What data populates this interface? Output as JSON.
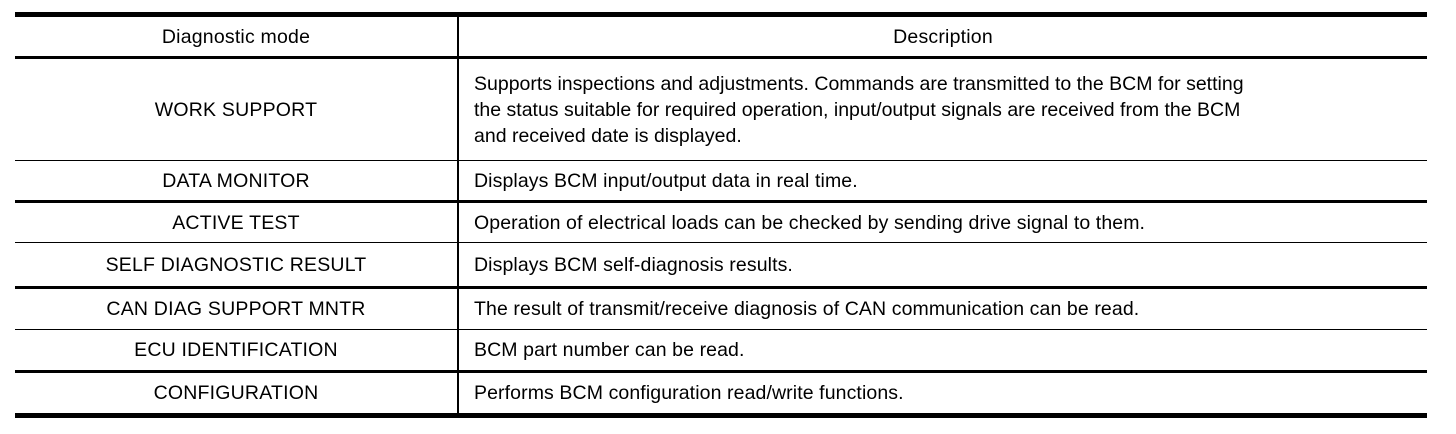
{
  "table": {
    "name": "bcm-diagnostic-mode-table",
    "headers": {
      "mode": "Diagnostic mode",
      "description": "Description"
    },
    "rows": [
      {
        "mode": "WORK SUPPORT",
        "description": "Supports inspections and adjustments. Commands are transmitted to the BCM for setting the status suitable for required operation, input/output signals are received from the BCM and received date is displayed.",
        "description_lines": [
          "Supports inspections and adjustments. Commands are transmitted to the BCM for setting",
          "the status suitable for required operation, input/output signals are received from the BCM",
          "and received date is displayed."
        ]
      },
      {
        "mode": "DATA MONITOR",
        "description": "Displays BCM input/output data in real time."
      },
      {
        "mode": "ACTIVE TEST",
        "description": "Operation of electrical loads can be checked by sending drive signal to them."
      },
      {
        "mode": "SELF DIAGNOSTIC RESULT",
        "description": "Displays BCM self-diagnosis results."
      },
      {
        "mode": "CAN DIAG SUPPORT MNTR",
        "description": "The result of transmit/receive diagnosis of CAN communication can be read."
      },
      {
        "mode": "ECU IDENTIFICATION",
        "description": "BCM part number can be read."
      },
      {
        "mode": "CONFIGURATION",
        "description": "Performs BCM configuration read/write functions."
      }
    ]
  },
  "colors": {
    "rule": "#000000",
    "text": "#000000",
    "background": "#ffffff"
  }
}
